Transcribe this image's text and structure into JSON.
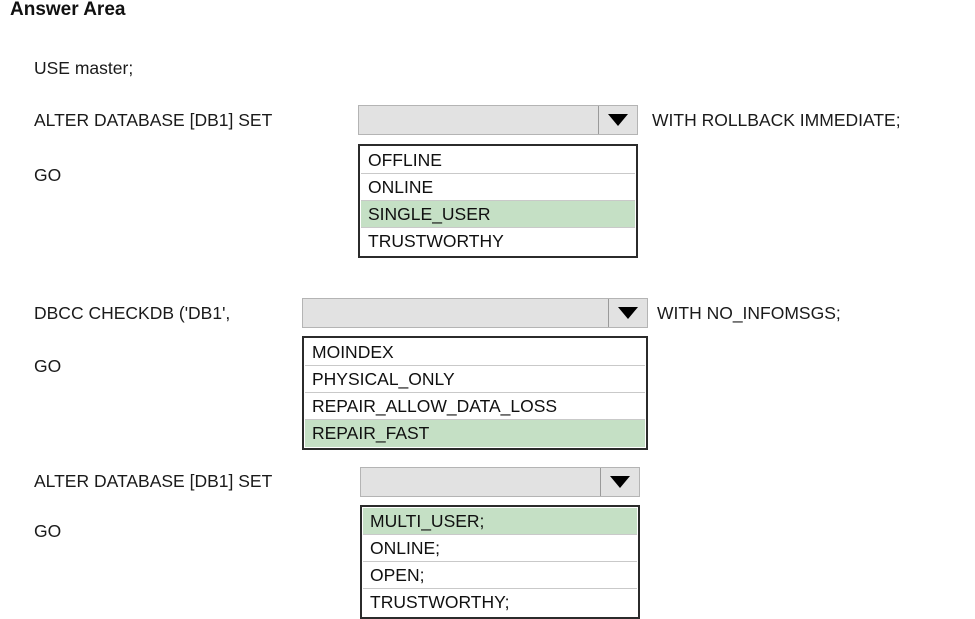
{
  "title": "Answer Area",
  "code": {
    "line_use": "USE master;",
    "go": "GO"
  },
  "colors": {
    "option_selected_bg": "#c5e0c5",
    "combo_bg": "#e2e2e2",
    "list_border": "#2b2b2b",
    "text": "#101010"
  },
  "icons": {
    "dropdown_arrow": "chevron-down-icon"
  },
  "blocks": [
    {
      "id": "alter-database-set-1",
      "prefix": "ALTER DATABASE [DB1] SET",
      "suffix": "WITH ROLLBACK IMMEDIATE;",
      "trailing": "GO",
      "selected_value": "SINGLE_USER",
      "options": [
        {
          "label": "OFFLINE",
          "selected": false
        },
        {
          "label": "ONLINE",
          "selected": false
        },
        {
          "label": "SINGLE_USER",
          "selected": true
        },
        {
          "label": "TRUSTWORTHY",
          "selected": false
        }
      ]
    },
    {
      "id": "dbcc-checkdb",
      "prefix": "DBCC CHECKDB ('DB1',",
      "suffix": "WITH NO_INFOMSGS;",
      "trailing": "GO",
      "selected_value": "REPAIR_FAST",
      "options": [
        {
          "label": "MOINDEX",
          "selected": false
        },
        {
          "label": "PHYSICAL_ONLY",
          "selected": false
        },
        {
          "label": "REPAIR_ALLOW_DATA_LOSS",
          "selected": false
        },
        {
          "label": "REPAIR_FAST",
          "selected": true
        }
      ]
    },
    {
      "id": "alter-database-set-2",
      "prefix": "ALTER DATABASE [DB1] SET",
      "suffix": "",
      "trailing": "GO",
      "selected_value": "MULTI_USER;",
      "options": [
        {
          "label": "MULTI_USER;",
          "selected": true
        },
        {
          "label": "ONLINE;",
          "selected": false
        },
        {
          "label": "OPEN;",
          "selected": false
        },
        {
          "label": "TRUSTWORTHY;",
          "selected": false
        }
      ]
    }
  ]
}
